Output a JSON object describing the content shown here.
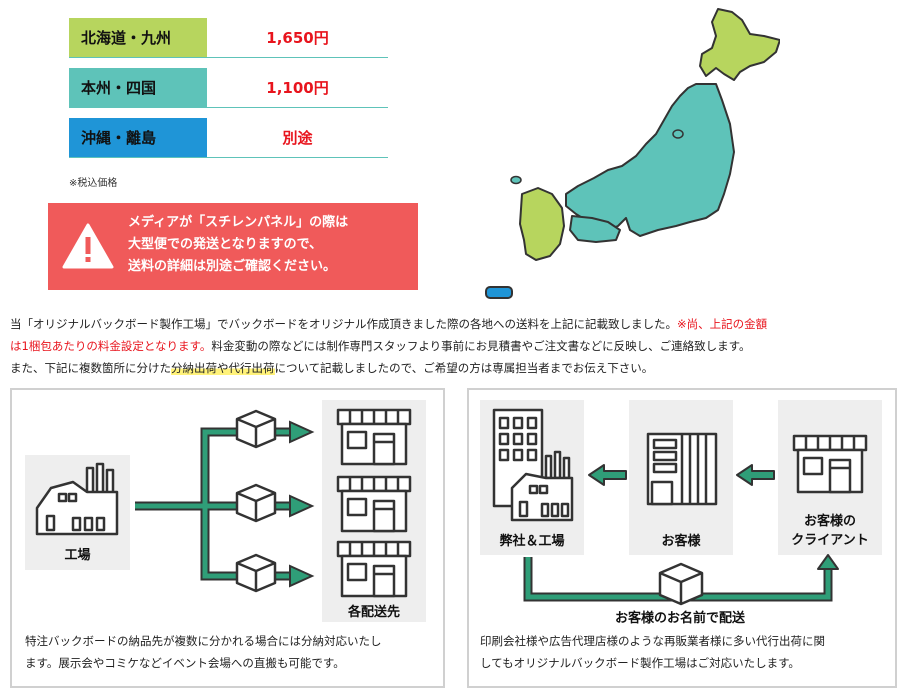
{
  "shipping_rates": [
    {
      "region": "北海道・九州",
      "price": "1,650円",
      "color": "#b7d55e"
    },
    {
      "region": "本州・四国",
      "price": "1,100円",
      "color": "#5ec3b9"
    },
    {
      "region": "沖縄・離島",
      "price": "別途",
      "color": "#1f95d7"
    }
  ],
  "tax_note": "※税込価格",
  "notice": {
    "icon": "warning-icon",
    "line1": "メディアが「スチレンパネル」の際は",
    "line2": "大型便での発送となりますので、",
    "line3": "送料の詳細は別途ご確認ください。",
    "color": "#f05a5a"
  },
  "description": {
    "line1_a": "当「オリジナルバックボード製作工場」でバックボードをオリジナル作成頂きました際の各地への送料を上記に記載致しました。",
    "line1_b": "※尚、上記の金額",
    "line2_a": "は1梱包あたりの料金設定となります。",
    "line2_b": "料金変動の際などには制作専門スタッフより事前にお見積書やご注文書などに反映し、ご連絡致します。",
    "line3_a": "また、下記に複数箇所に分けた",
    "line3_highlight": "分納出荷や代行出荷",
    "line3_b": "について記載しましたので、ご希望の方は専属担当者までお伝え下さい。"
  },
  "split_shipping": {
    "source_label": "工場",
    "dest_label": "各配送先",
    "text_line1": "特注バックボードの納品先が複数に分かれる場合には分納対応いたし",
    "text_line2": "ます。展示会やコミケなどイベント会場への直搬も可能です。"
  },
  "proxy_shipping": {
    "us_label": "弊社＆工場",
    "customer_label": "お客様",
    "client_label_1": "お客様の",
    "client_label_2": "クライアント",
    "caption": "お客様のお名前で配送",
    "text_line1": "印刷会社様や広告代理店様のような再販業者様に多い代行出荷に関",
    "text_line2": "してもオリジナルバックボード製作工場はご対応いたします。"
  },
  "colors": {
    "accent_green": "#2f9e78",
    "price_red": "#e8141d",
    "highlight": "#fff27a"
  }
}
